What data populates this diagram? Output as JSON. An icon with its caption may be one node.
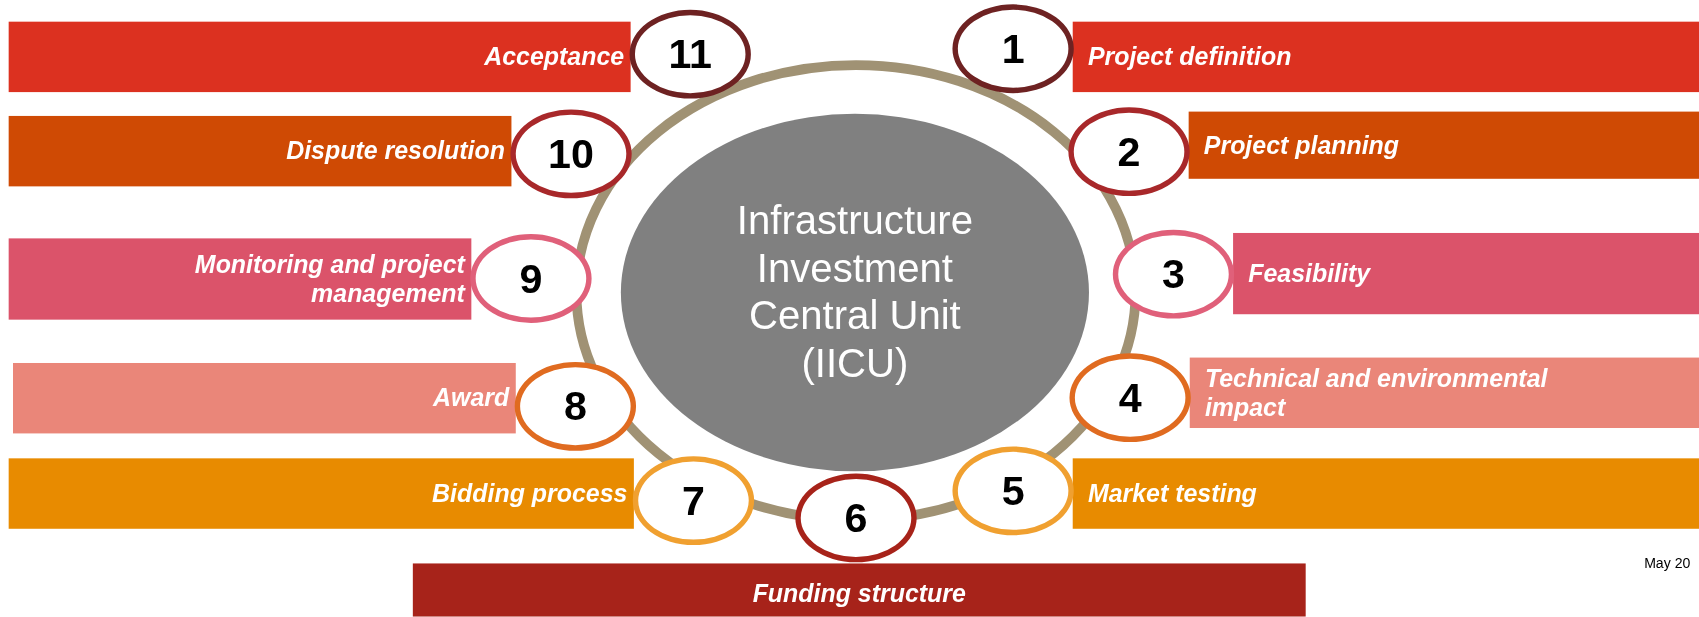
{
  "diagram": {
    "nodes": [
      {
        "text": [
          "Infrastructure Investment Central Unit (IICU)"
        ]
      },
      {
        "text": [
          "1"
        ]
      },
      {
        "text": [
          "Project definition"
        ]
      },
      {
        "text": [
          "2"
        ]
      },
      {
        "text": [
          "Project planning"
        ]
      },
      {
        "text": [
          "3"
        ]
      },
      {
        "text": [
          "Feasibility"
        ]
      },
      {
        "text": [
          "4"
        ]
      },
      {
        "text": [
          "Technical and environmental impact"
        ]
      },
      {
        "text": [
          "5"
        ]
      },
      {
        "text": [
          "Market testing"
        ]
      },
      {
        "text": [
          "6"
        ]
      },
      {
        "text": [
          "Funding structure"
        ]
      },
      {
        "text": [
          "7"
        ]
      },
      {
        "text": [
          "Bidding process"
        ]
      },
      {
        "text": [
          "8"
        ]
      },
      {
        "text": [
          "Award"
        ]
      },
      {
        "text": [
          "9"
        ]
      },
      {
        "text": [
          "Monitoring and project management"
        ]
      },
      {
        "text": [
          "10"
        ]
      },
      {
        "text": [
          "Dispute resolution"
        ]
      },
      {
        "text": [
          "11"
        ]
      },
      {
        "text": [
          "Acceptance"
        ]
      }
    ],
    "edges": [],
    "labels": [
      "May 20"
    ]
  }
}
